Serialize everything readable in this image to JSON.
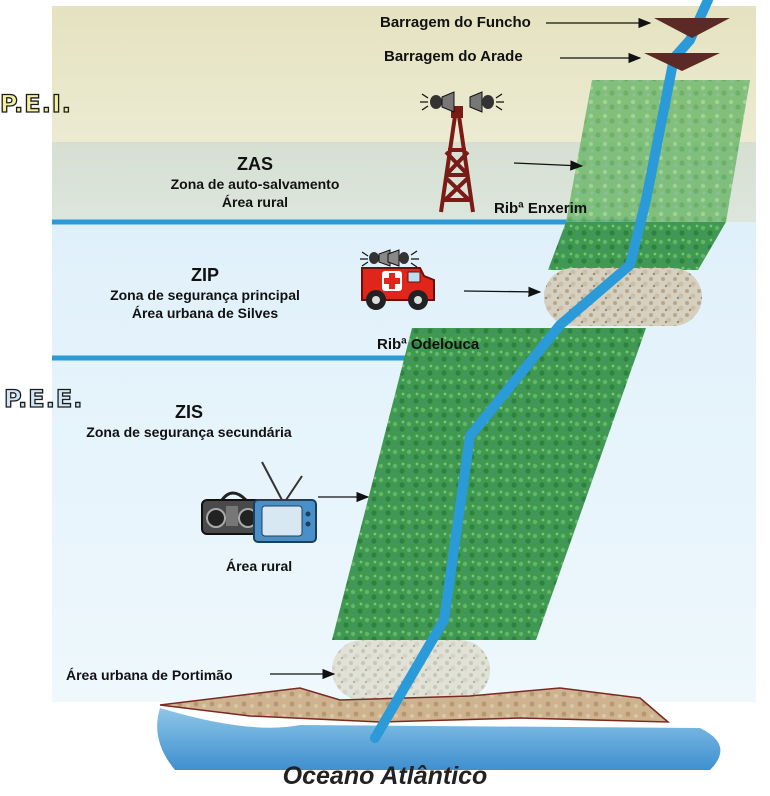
{
  "top_labels": {
    "funcho": "Barragem do Funcho",
    "arade": "Barragem do Arade"
  },
  "side_labels": {
    "pei": "P.E.I.",
    "pee": "P.E.E."
  },
  "zones": {
    "zas": {
      "code": "ZAS",
      "line1": "Zona de auto-salvamento",
      "line2": "Área rural"
    },
    "zip": {
      "code": "ZIP",
      "line1": "Zona de segurança principal",
      "line2": "Área urbana de Silves"
    },
    "zis": {
      "code": "ZIS",
      "line1": "Zona de segurança secundária",
      "area": "Área rural"
    }
  },
  "streams": {
    "enxerim": "Ribª Enxerim",
    "odelouca": "Ribª Odelouca"
  },
  "portimao": "Área urbana de Portimão",
  "ocean": "Oceano Atlântico",
  "colors": {
    "river": "#2a9ad8",
    "band_top": "#e8e6c6",
    "band_zas": "#d9e2d5",
    "band_low": "#e6f3fb",
    "green": "#3f9a50",
    "dam": "#5b2a26"
  }
}
